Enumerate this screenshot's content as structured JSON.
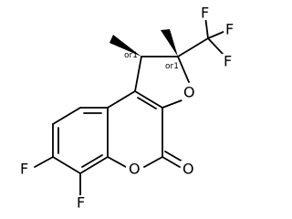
{
  "molecule": {
    "atoms": {
      "f_top": "F",
      "f_right_upper": "F",
      "f_right_lower": "F",
      "f_left_upper": "F",
      "f_left_lower": "F",
      "o_furan": "O",
      "o_lactone": "O",
      "o_carbonyl": "O"
    },
    "stereo_labels": {
      "c1": "or1",
      "c2": "or1"
    }
  }
}
